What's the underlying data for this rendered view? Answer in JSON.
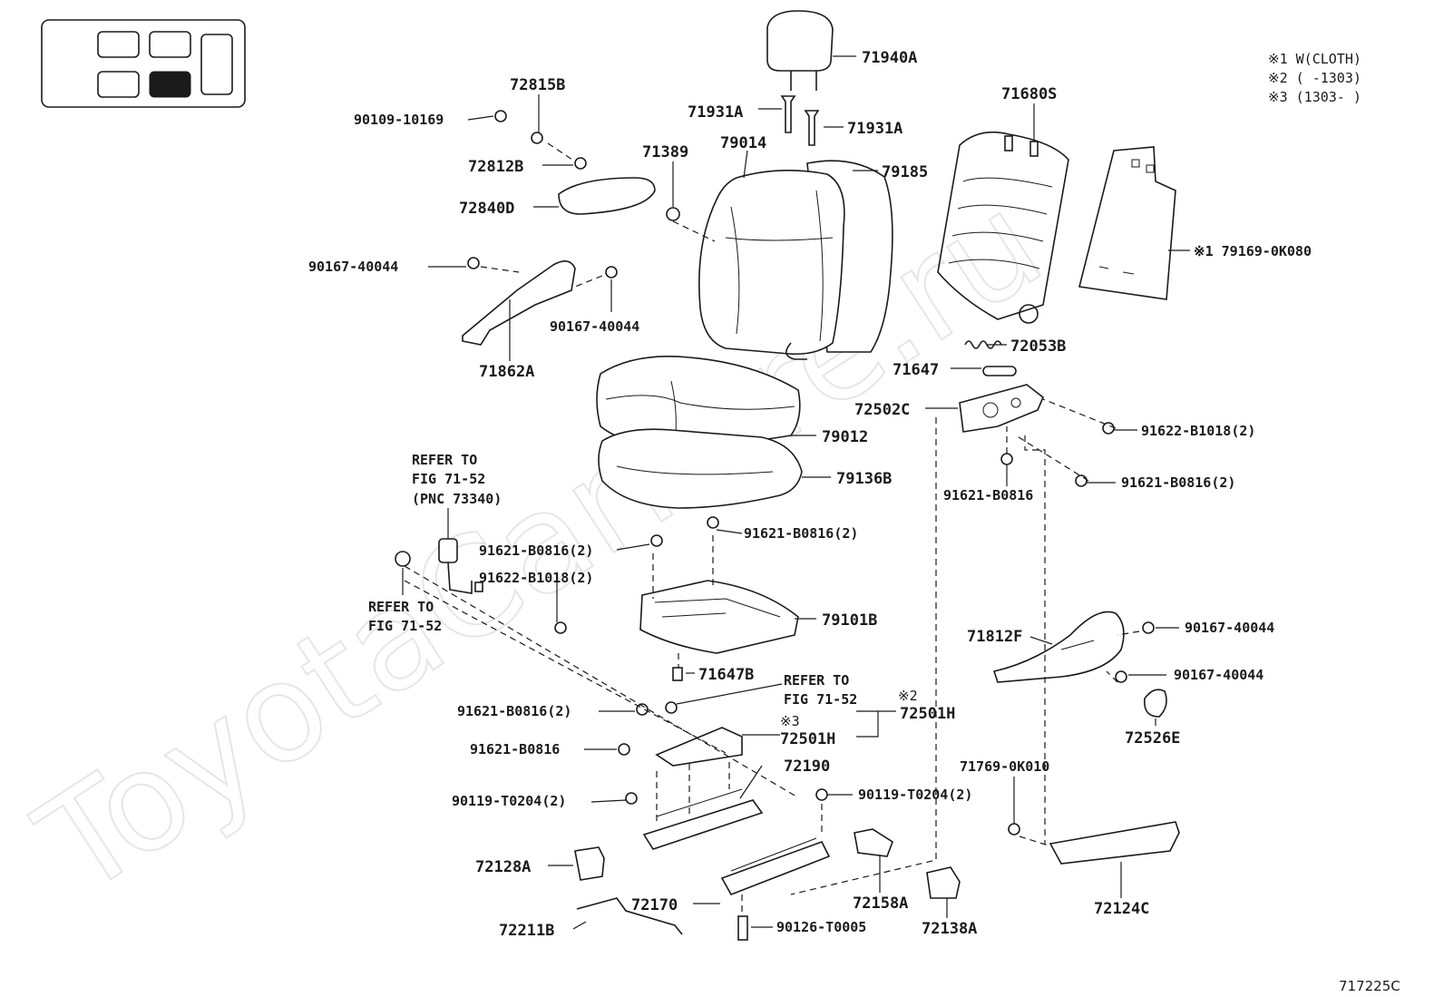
{
  "watermark": "ToyotaCarMire.ru",
  "legend_box": {
    "active_cell": "lower-middle"
  },
  "notes": [
    "※1 W(CLOTH)",
    "※2 (      -1303)",
    "※3 (1303-      )"
  ],
  "figure_code": "717225C",
  "parts": {
    "p71940A": "71940A",
    "p71931A_l": "71931A",
    "p71931A_r": "71931A",
    "p72815B": "72815B",
    "p90109": "90109-10169",
    "p72812B": "72812B",
    "p71389": "71389",
    "p79014": "79014",
    "p79185": "79185",
    "p72840D": "72840D",
    "p90167_a": "90167-40044",
    "p90167_b": "90167-40044",
    "p71862A": "71862A",
    "p71680S": "71680S",
    "p79169": "※1 79169-0K080",
    "p72053B": "72053B",
    "p71647": "71647",
    "p72502C": "72502C",
    "p91622_r": "91622-B1018(2)",
    "p91621_r1": "91621-B0816",
    "p91621_r2": "91621-B0816(2)",
    "p79012": "79012",
    "p79136B": "79136B",
    "p91621_c1": "91621-B0816(2)",
    "p91621_c2": "91621-B0816(2)",
    "p91622_c": "91622-B1018(2)",
    "p79101B": "79101B",
    "p71647B": "71647B",
    "p71812F": "71812F",
    "p90167_c": "90167-40044",
    "p90167_d": "90167-40044",
    "p72526E": "72526E",
    "p91621_l1": "91621-B0816(2)",
    "p91621_l2": "91621-B0816",
    "p72501H_n2": "※2",
    "p72501H_main": "72501H",
    "p72501H_n3": "※3",
    "p72501H_sub": "72501H",
    "p72190": "72190",
    "p90119_l": "90119-T0204(2)",
    "p90119_r": "90119-T0204(2)",
    "p71769": "71769-0K010",
    "p72128A": "72128A",
    "p72170": "72170",
    "p72211B": "72211B",
    "p72158A": "72158A",
    "p72138A": "72138A",
    "p72124C": "72124C",
    "p90126": "90126-T0005"
  },
  "refs": {
    "ref_top_1": "REFER TO",
    "ref_top_2": "FIG 71-52",
    "ref_top_3": "(PNC 73340)",
    "ref_left_1": "REFER TO",
    "ref_left_2": "FIG 71-52",
    "ref_mid_1": "REFER TO",
    "ref_mid_2": "FIG 71-52"
  }
}
